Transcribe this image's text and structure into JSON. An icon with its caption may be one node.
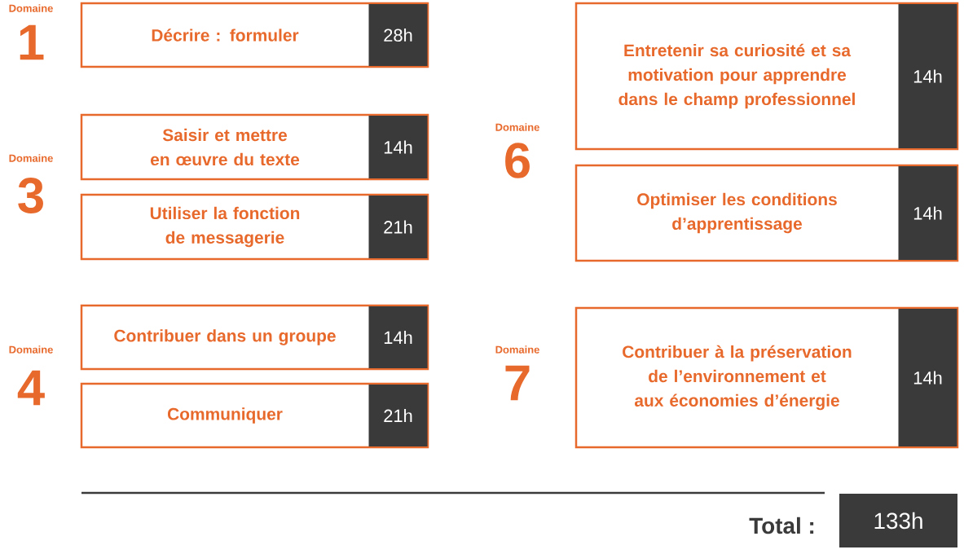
{
  "diagram": {
    "nodes": [
      {
        "text": [
          "Décrire : formuler",
          "28h"
        ]
      },
      {
        "text": [
          "Saisir et mettre en œuvre du texte",
          "14h"
        ]
      },
      {
        "text": [
          "Utiliser la fonction de messagerie",
          "21h"
        ]
      },
      {
        "text": [
          "Contribuer dans un groupe",
          "14h"
        ]
      },
      {
        "text": [
          "Communiquer",
          "21h"
        ]
      },
      {
        "text": [
          "Entretenir sa curiosité et sa motivation pour apprendre dans le champ professionnel",
          "14h"
        ]
      },
      {
        "text": [
          "Optimiser les conditions d’apprentissage",
          "14h"
        ]
      },
      {
        "text": [
          "Contribuer à la préservation de l’environnement et aux économies d’énergie",
          "14h"
        ]
      },
      {
        "text": [
          "133h"
        ]
      }
    ],
    "edges": [],
    "labels": [
      "Domaine",
      "1",
      "Domaine",
      "3",
      "Domaine",
      "4",
      "Domaine",
      "6",
      "Domaine",
      "7",
      "Total :"
    ]
  }
}
